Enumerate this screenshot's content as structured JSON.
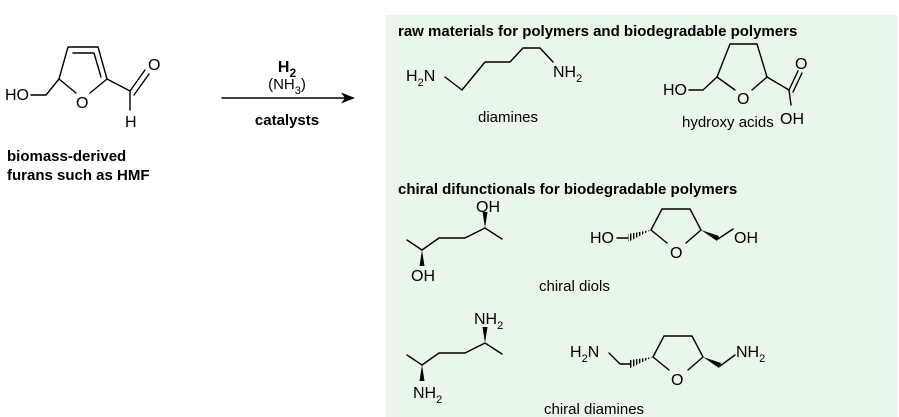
{
  "reactant": {
    "atoms": {
      "ho": "HO",
      "o_ring": "O",
      "o_ald": "O",
      "h_ald": "H"
    },
    "caption_line1": "biomass-derived",
    "caption_line2": "furans such as HMF"
  },
  "reaction": {
    "reagent_h": "H",
    "reagent_h_sub": "2",
    "reagent_nh_open": "(NH",
    "reagent_nh_sub": "3",
    "reagent_nh_close": ")",
    "catalysts": "catalysts"
  },
  "panel": {
    "background": "#e9f7e9",
    "section1_title": "raw materials for polymers and biodegradable polymers",
    "section2_title": "chiral difunctionals for biodegradable polymers",
    "diamines": {
      "h2n_h": "H",
      "h2n_sub": "2",
      "h2n_n": "N",
      "nh2_nh": "NH",
      "nh2_sub": "2",
      "caption": "diamines"
    },
    "hydroxy_acids": {
      "ho": "HO",
      "o_ring": "O",
      "o_carbonyl": "O",
      "oh": "OH",
      "caption": "hydroxy acids"
    },
    "chiral_diols_acyclic": {
      "oh_top": "OH",
      "oh_bottom": "OH"
    },
    "chiral_diols_cyclic": {
      "ho": "HO",
      "o_ring": "O",
      "oh": "OH",
      "caption": "chiral diols"
    },
    "chiral_diamines_acyclic": {
      "nh2_top_nh": "NH",
      "nh2_top_sub": "2",
      "nh2_bottom_nh": "NH",
      "nh2_bottom_sub": "2"
    },
    "chiral_diamines_cyclic": {
      "h2n_h": "H",
      "h2n_sub": "2",
      "h2n_n": "N",
      "o_ring": "O",
      "nh2_nh": "NH",
      "nh2_sub": "2",
      "caption": "chiral diamines"
    }
  }
}
